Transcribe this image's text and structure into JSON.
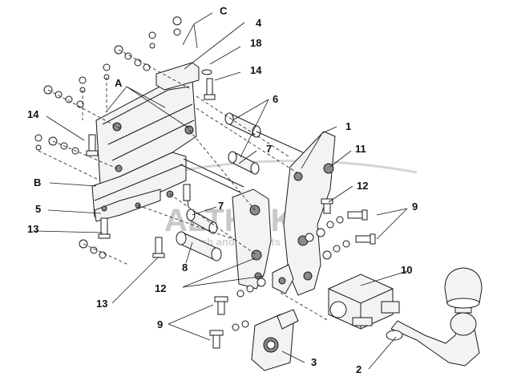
{
  "labels": {
    "C": "C",
    "A": "A",
    "B": "B",
    "n1": "1",
    "n2": "2",
    "n3": "3",
    "n4": "4",
    "n5": "5",
    "n6": "6",
    "n7a": "7",
    "n7b": "7",
    "n8": "8",
    "n9a": "9",
    "n9b": "9",
    "n10": "10",
    "n11": "11",
    "n12a": "12",
    "n12b": "12",
    "n13a": "13",
    "n13b": "13",
    "n14a": "14",
    "n14b": "14",
    "n18": "18"
  },
  "watermark": {
    "main": "ALTHAKA",
    "sub": "hitch and brackets"
  }
}
